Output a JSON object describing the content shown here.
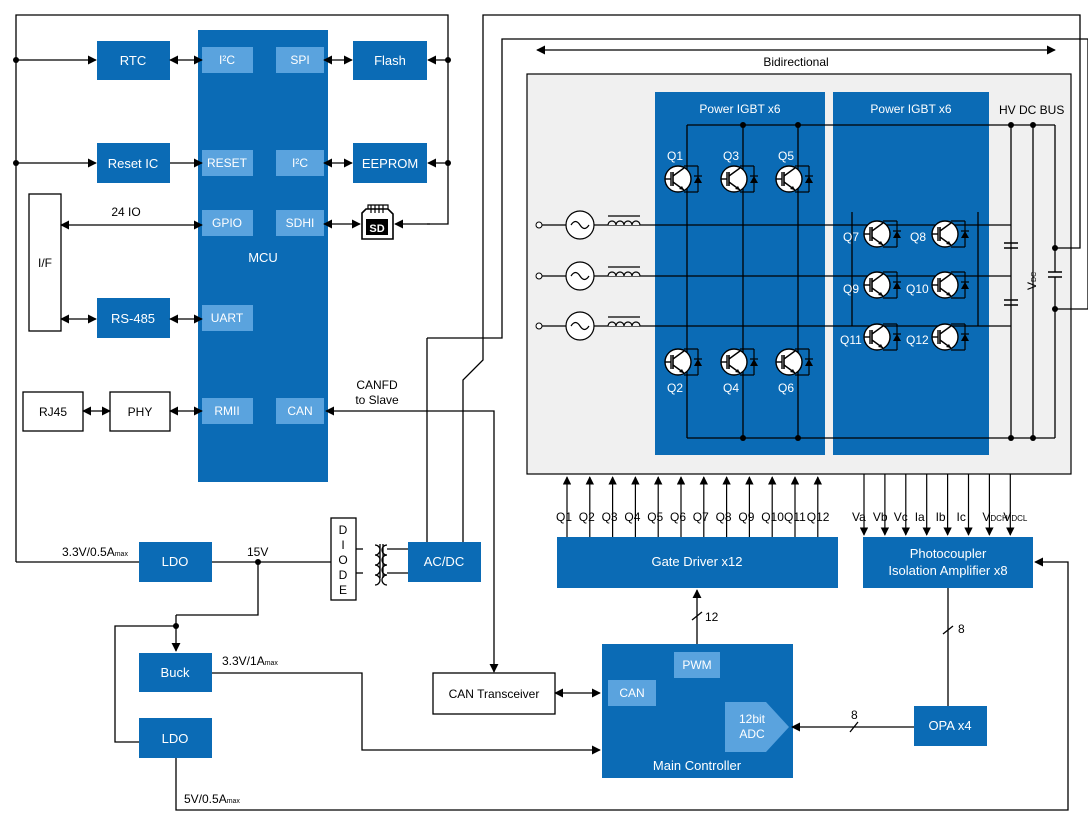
{
  "mcu": {
    "title": "MCU",
    "ports": {
      "i2c_left": "I²C",
      "spi": "SPI",
      "reset": "RESET",
      "i2c_right": "I²C",
      "gpio": "GPIO",
      "sdhi": "SDHI",
      "uart": "UART",
      "rmii": "RMII",
      "can": "CAN"
    }
  },
  "blocks": {
    "rtc": "RTC",
    "flash": "Flash",
    "reset_ic": "Reset IC",
    "eeprom": "EEPROM",
    "rs485": "RS-485",
    "if": "I/F",
    "rj45": "RJ45",
    "phy": "PHY",
    "sd": "SD",
    "ldo_top": "LDO",
    "ldo_bottom": "LDO",
    "buck": "Buck",
    "acdc": "AC/DC",
    "diode": [
      "D",
      "I",
      "O",
      "D",
      "E"
    ],
    "can_transceiver": "CAN Transceiver",
    "gate_driver": "Gate Driver x12",
    "photocoupler_line1": "Photocoupler",
    "photocoupler_line2": "Isolation Amplifier x8",
    "opa": "OPA x4"
  },
  "labels": {
    "io_24": "24 IO",
    "canfd_line1": "CANFD",
    "canfd_line2": "to Slave",
    "bidirectional": "Bidirectional",
    "v33_05": "3.3V/0.5A",
    "v33_1": "3.3V/1A",
    "v5_05": "5V/0.5A",
    "max": "max",
    "v15": "15V",
    "bus_12": "12",
    "bus_8a": "8",
    "bus_8b": "8",
    "hv_dc_bus": "HV  DC BUS",
    "vdc": "V",
    "vdc_sub": "DC"
  },
  "main_controller": {
    "title": "Main Controller",
    "pwm": "PWM",
    "can": "CAN",
    "adc_line1": "12bit",
    "adc_line2": "ADC"
  },
  "power": {
    "igbt_left_title": "Power IGBT x6",
    "igbt_right_title": "Power IGBT x6",
    "transistors": [
      "Q1",
      "Q3",
      "Q5",
      "Q2",
      "Q4",
      "Q6",
      "Q7",
      "Q8",
      "Q9",
      "Q10",
      "Q11",
      "Q12"
    ]
  },
  "gate_signals": [
    "Q1",
    "Q2",
    "Q3",
    "Q4",
    "Q5",
    "Q6",
    "Q7",
    "Q8",
    "Q9",
    "Q10",
    "Q11",
    "Q12"
  ],
  "sense_signals": [
    {
      "main": "Va",
      "sub": ""
    },
    {
      "main": "Vb",
      "sub": ""
    },
    {
      "main": "Vc",
      "sub": ""
    },
    {
      "main": "Ia",
      "sub": ""
    },
    {
      "main": "Ib",
      "sub": ""
    },
    {
      "main": "Ic",
      "sub": ""
    },
    {
      "main": "V",
      "sub": "DCH"
    },
    {
      "main": "V",
      "sub": "DCL"
    }
  ],
  "colors": {
    "block": "#0b6bb5",
    "chip": "#5aa3de",
    "panel": "#f0f0f0"
  }
}
